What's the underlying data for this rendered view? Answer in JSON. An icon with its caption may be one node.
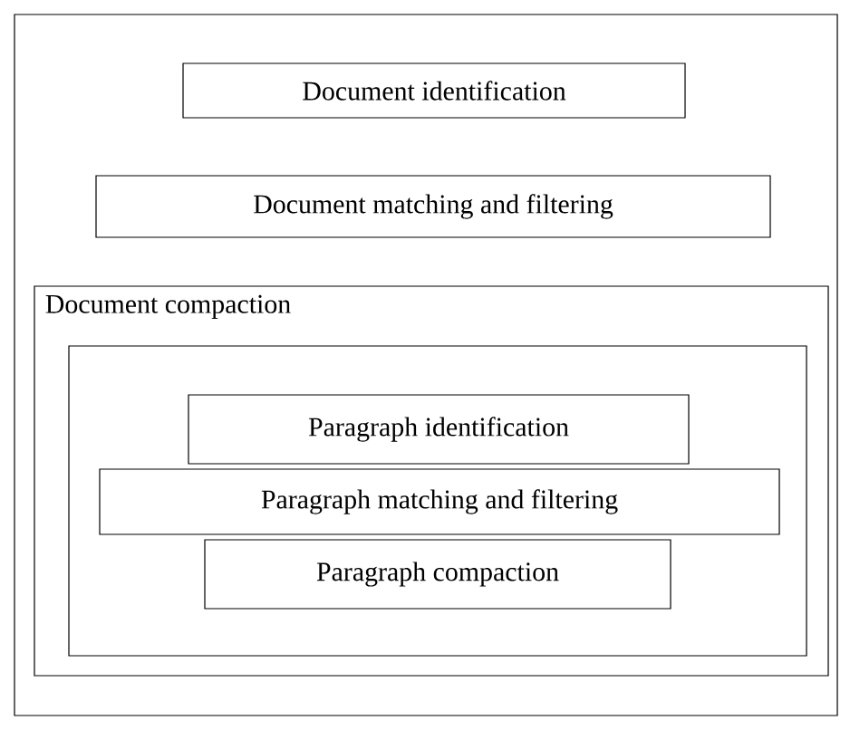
{
  "diagram": {
    "nodes": [
      {
        "text": [],
        "shape": "box"
      },
      {
        "text": [
          "Document identification"
        ],
        "in": 0
      },
      {
        "text": [
          "Document matching and filtering"
        ],
        "in": 0
      },
      {
        "text": [
          "Document compaction"
        ],
        "in": 0
      },
      {
        "text": [],
        "shape": "box",
        "in": 3
      },
      {
        "text": [
          "Paragraph identification"
        ],
        "in": 4
      },
      {
        "text": [
          "Paragraph matching and filtering"
        ],
        "in": 4
      },
      {
        "text": [
          "Paragraph compaction"
        ],
        "in": 4
      }
    ]
  }
}
